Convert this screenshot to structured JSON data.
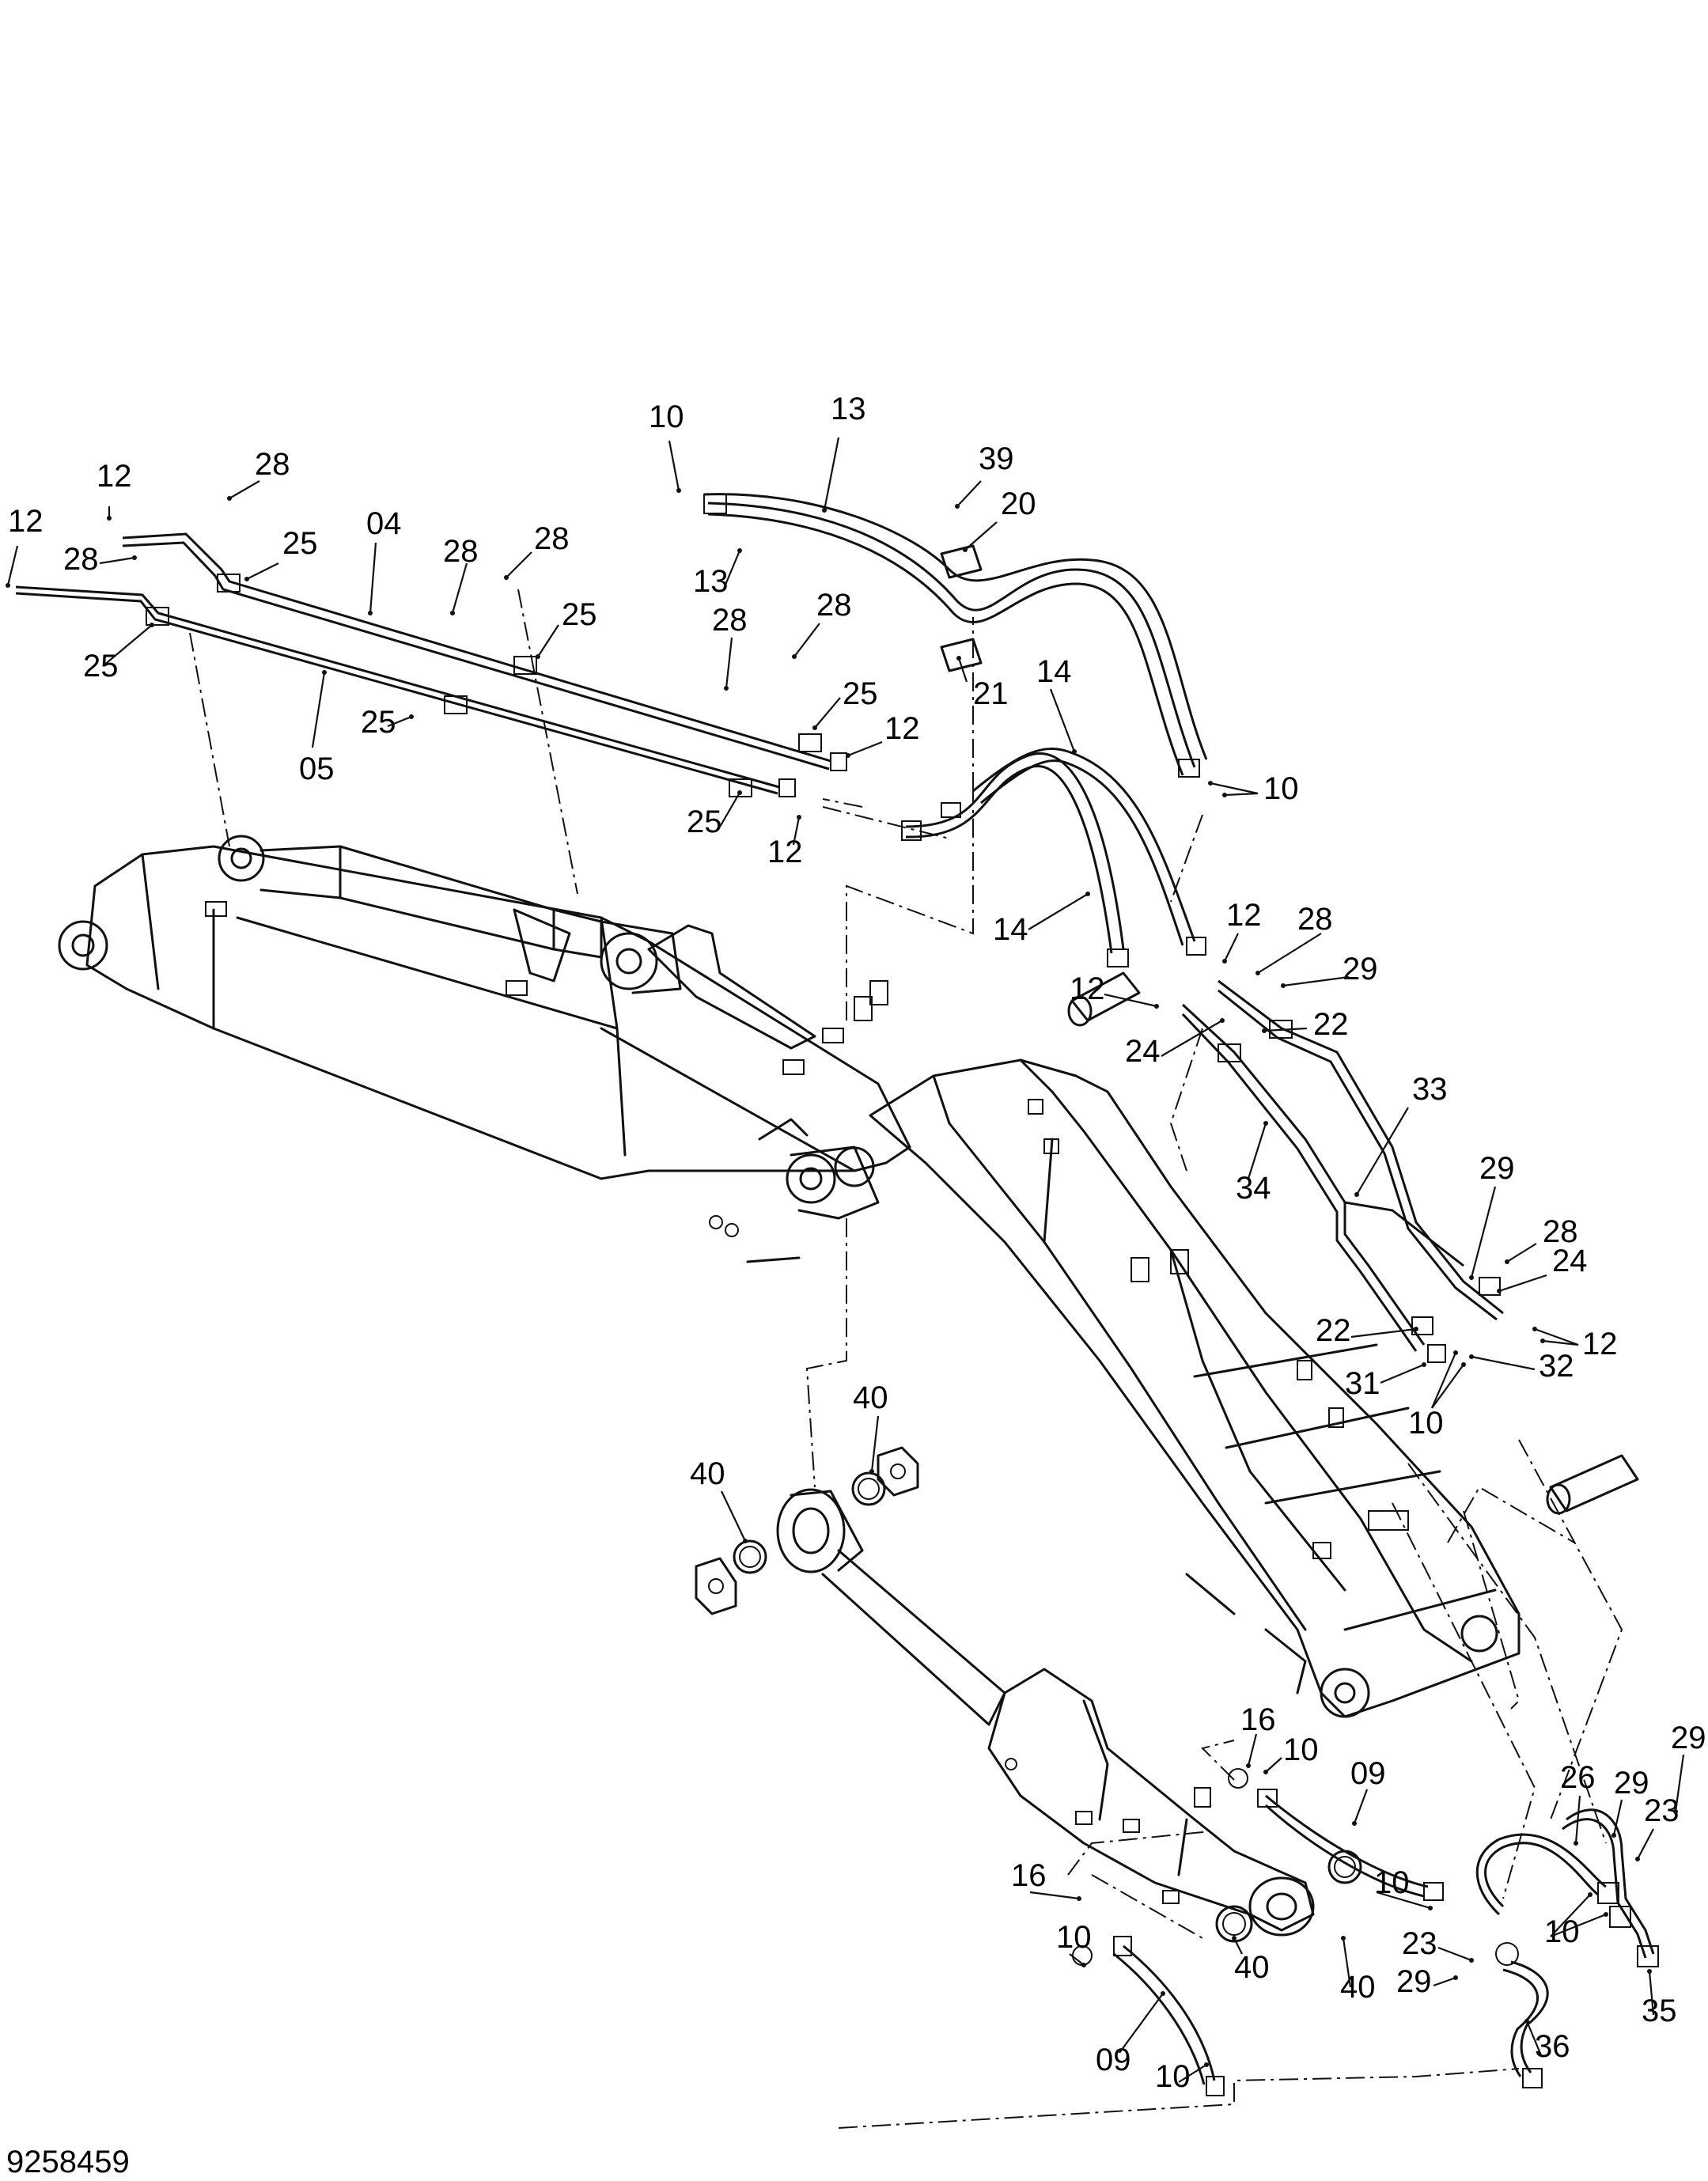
{
  "figure": {
    "id": "9258459"
  },
  "callouts": [
    {
      "label": "10"
    },
    {
      "label": "13"
    },
    {
      "label": "12"
    },
    {
      "label": "28"
    },
    {
      "label": "39"
    },
    {
      "label": "20"
    },
    {
      "label": "12"
    },
    {
      "label": "28"
    },
    {
      "label": "25"
    },
    {
      "label": "04"
    },
    {
      "label": "28"
    },
    {
      "label": "28"
    },
    {
      "label": "13"
    },
    {
      "label": "25"
    },
    {
      "label": "28"
    },
    {
      "label": "28"
    },
    {
      "label": "25"
    },
    {
      "label": "25"
    },
    {
      "label": "21"
    },
    {
      "label": "14"
    },
    {
      "label": "12"
    },
    {
      "label": "25"
    },
    {
      "label": "05"
    },
    {
      "label": "10"
    },
    {
      "label": "25"
    },
    {
      "label": "12"
    },
    {
      "label": "14"
    },
    {
      "label": "12"
    },
    {
      "label": "28"
    },
    {
      "label": "29"
    },
    {
      "label": "12"
    },
    {
      "label": "22"
    },
    {
      "label": "24"
    },
    {
      "label": "33"
    },
    {
      "label": "34"
    },
    {
      "label": "29"
    },
    {
      "label": "28"
    },
    {
      "label": "24"
    },
    {
      "label": "22"
    },
    {
      "label": "12"
    },
    {
      "label": "31"
    },
    {
      "label": "32"
    },
    {
      "label": "10"
    },
    {
      "label": "40"
    },
    {
      "label": "40"
    },
    {
      "label": "16"
    },
    {
      "label": "10"
    },
    {
      "label": "09"
    },
    {
      "label": "29"
    },
    {
      "label": "26"
    },
    {
      "label": "29"
    },
    {
      "label": "23"
    },
    {
      "label": "16"
    },
    {
      "label": "10"
    },
    {
      "label": "40"
    },
    {
      "label": "10"
    },
    {
      "label": "23"
    },
    {
      "label": "29"
    },
    {
      "label": "10"
    },
    {
      "label": "40"
    },
    {
      "label": "35"
    },
    {
      "label": "09"
    },
    {
      "label": "36"
    },
    {
      "label": "10"
    }
  ]
}
